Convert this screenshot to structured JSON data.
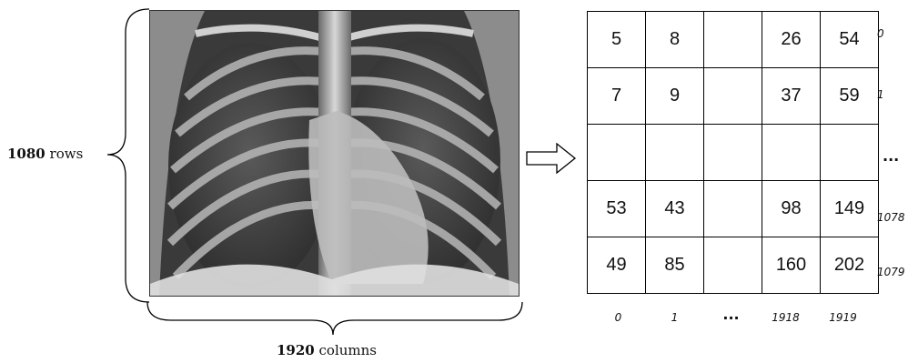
{
  "image": {
    "rows_count": "1080",
    "rows_word": "rows",
    "cols_count": "1920",
    "cols_word": "columns"
  },
  "matrix": {
    "cells": [
      [
        "5",
        "8",
        "",
        "26",
        "54"
      ],
      [
        "7",
        "9",
        "",
        "37",
        "59"
      ],
      [
        "",
        "",
        "",
        "",
        ""
      ],
      [
        "53",
        "43",
        "",
        "98",
        "149"
      ],
      [
        "49",
        "85",
        "",
        "160",
        "202"
      ]
    ],
    "row_indices": [
      "0",
      "1",
      "...",
      "1078",
      "1079"
    ],
    "col_indices": [
      "0",
      "1",
      "...",
      "1918",
      "1919"
    ]
  },
  "icons": {
    "arrow": "right-arrow-icon",
    "image": "chest-xray-image"
  }
}
